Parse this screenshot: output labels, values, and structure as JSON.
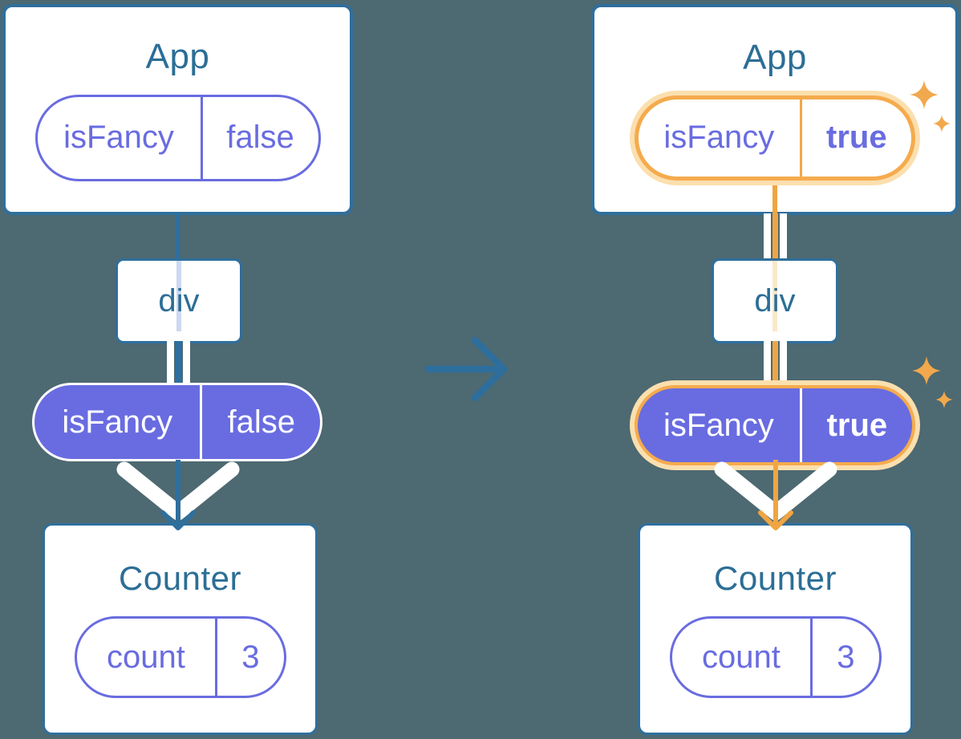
{
  "diagram": {
    "description": "Two React component trees separated by a transition arrow: state isFancy flips from false to true and is passed down as a prop",
    "background_color": "#4d6971",
    "colors": {
      "box_border_blue": "#2f6f9d",
      "heading_blue": "#2c6e96",
      "purple": "#696ce0",
      "highlight_orange": "#f5ab4d",
      "highlight_glow": "#fbdfae",
      "orange_line": "#f0a542",
      "sparkle_orange": "#f2a84c"
    },
    "before_tree": {
      "app": {
        "title": "App",
        "state_pill": {
          "label": "isFancy",
          "value": "false"
        }
      },
      "container": {
        "title": "div"
      },
      "prop_pill": {
        "label": "isFancy",
        "value": "false"
      },
      "counter": {
        "title": "Counter",
        "state_pill": {
          "label": "count",
          "value": "3"
        }
      }
    },
    "after_tree": {
      "app": {
        "title": "App",
        "state_pill": {
          "label": "isFancy",
          "value": "true"
        }
      },
      "container": {
        "title": "div"
      },
      "prop_pill": {
        "label": "isFancy",
        "value": "true"
      },
      "counter": {
        "title": "Counter",
        "state_pill": {
          "label": "count",
          "value": "3"
        }
      }
    },
    "transition_icon": "arrow-right"
  }
}
